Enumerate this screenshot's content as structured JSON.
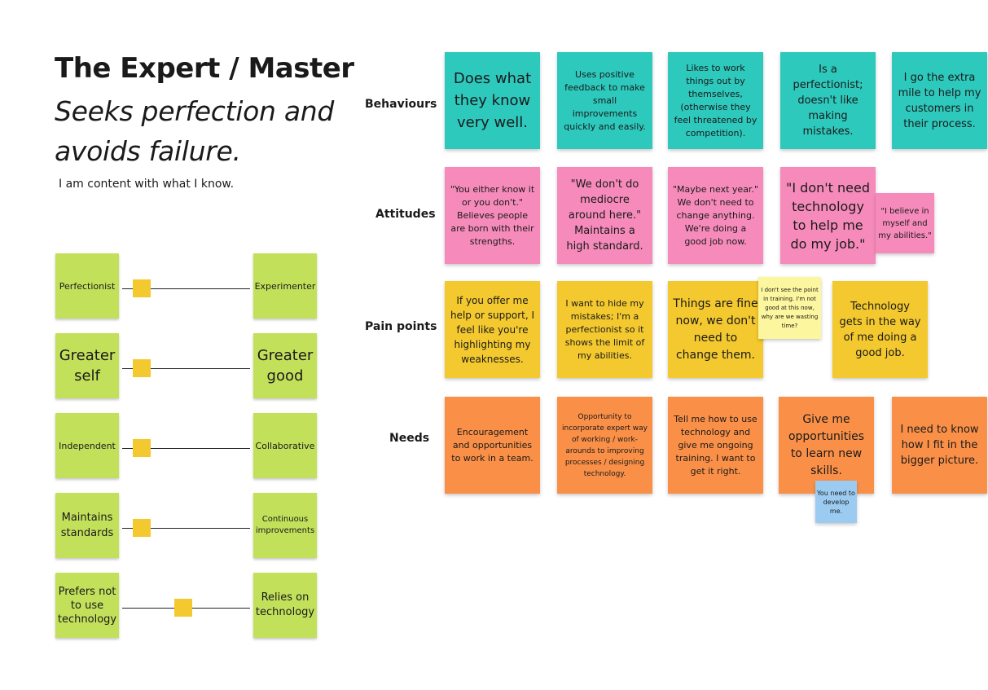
{
  "persona": {
    "title": "The Expert / Master",
    "subtitle": "Seeks perfection and avoids failure.",
    "tagline": "I am content with what I know."
  },
  "spectrums": [
    {
      "left": "Perfectionist",
      "right": "Experimenter",
      "value": 0.15
    },
    {
      "left": "Greater self",
      "right": "Greater good",
      "value": 0.15
    },
    {
      "left": "Independent",
      "right": "Collaborative",
      "value": 0.15
    },
    {
      "left": "Maintains standards",
      "right": "Continuous improvements",
      "value": 0.15
    },
    {
      "left": "Prefers not to use technology",
      "right": "Relies on technology",
      "value": 0.48
    }
  ],
  "rows": {
    "behaviours": "Behaviours",
    "attitudes": "Attitudes",
    "pain_points": "Pain points",
    "needs": "Needs"
  },
  "behaviours": [
    "Does what they know very well.",
    "Uses positive feedback to make small improvements quickly and easily.",
    "Likes to work things out by themselves, (otherwise they feel threatened by competition).",
    "Is a perfectionist; doesn't like making mistakes.",
    "I go the extra mile to help my customers in their process."
  ],
  "attitudes": [
    "\"You either know it or you don't.\" Believes people are born with their strengths.",
    "\"We don't do mediocre around here.\" Maintains a high standard.",
    "\"Maybe next year.\" We don't need to change anything. We're doing a good job now.",
    "\"I don't need technology to help me do my job.\"",
    "\"I believe in myself and my abilities.\""
  ],
  "pain_points": [
    "If you offer me help or support, I feel like you're highlighting my weaknesses.",
    "I want to hide my mistakes; I'm a perfectionist so it shows the limit of my abilities.",
    "Things are fine now, we don't need to change them.",
    "I don't see the point in training. I'm not good at this now, why are we wasting time?",
    "Technology gets in the way of me doing a good job."
  ],
  "needs": [
    "Encouragement and opportunities to work in a team.",
    "Opportunity to incorporate expert way of working / work-arounds to improving processes / designing technology.",
    "Tell me how to use technology and give me ongoing training. I want to get it right.",
    "Give me opportunities to learn new skills.",
    "I need to know how I fit in the bigger picture.",
    "You need to develop me."
  ],
  "colors": {
    "behaviours": "#2ec9bd",
    "attitudes": "#f68bbb",
    "pain_points": "#f4c92f",
    "needs": "#fa9048",
    "spectrum_card": "#c3e05b",
    "note_pale_yellow": "#fcf69e",
    "note_blue": "#9ccbf1"
  }
}
